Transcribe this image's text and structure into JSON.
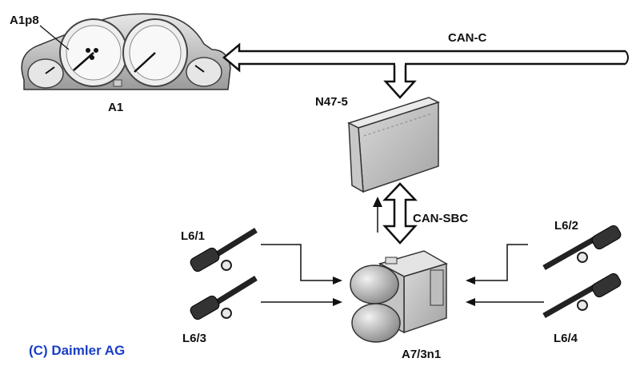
{
  "labels": {
    "cluster_part": "A1p8",
    "cluster": "A1",
    "can_c": "CAN-C",
    "module": "N47-5",
    "can_sbc": "CAN-SBC",
    "sensor_fl": "L6/1",
    "sensor_fr": "L6/2",
    "sensor_rl": "L6/3",
    "sensor_rr": "L6/4",
    "hydraulic_unit": "A7/3n1"
  },
  "copyright": "(C) Daimler AG",
  "colors": {
    "copyright": "#1a3fc4",
    "line": "#111111"
  }
}
